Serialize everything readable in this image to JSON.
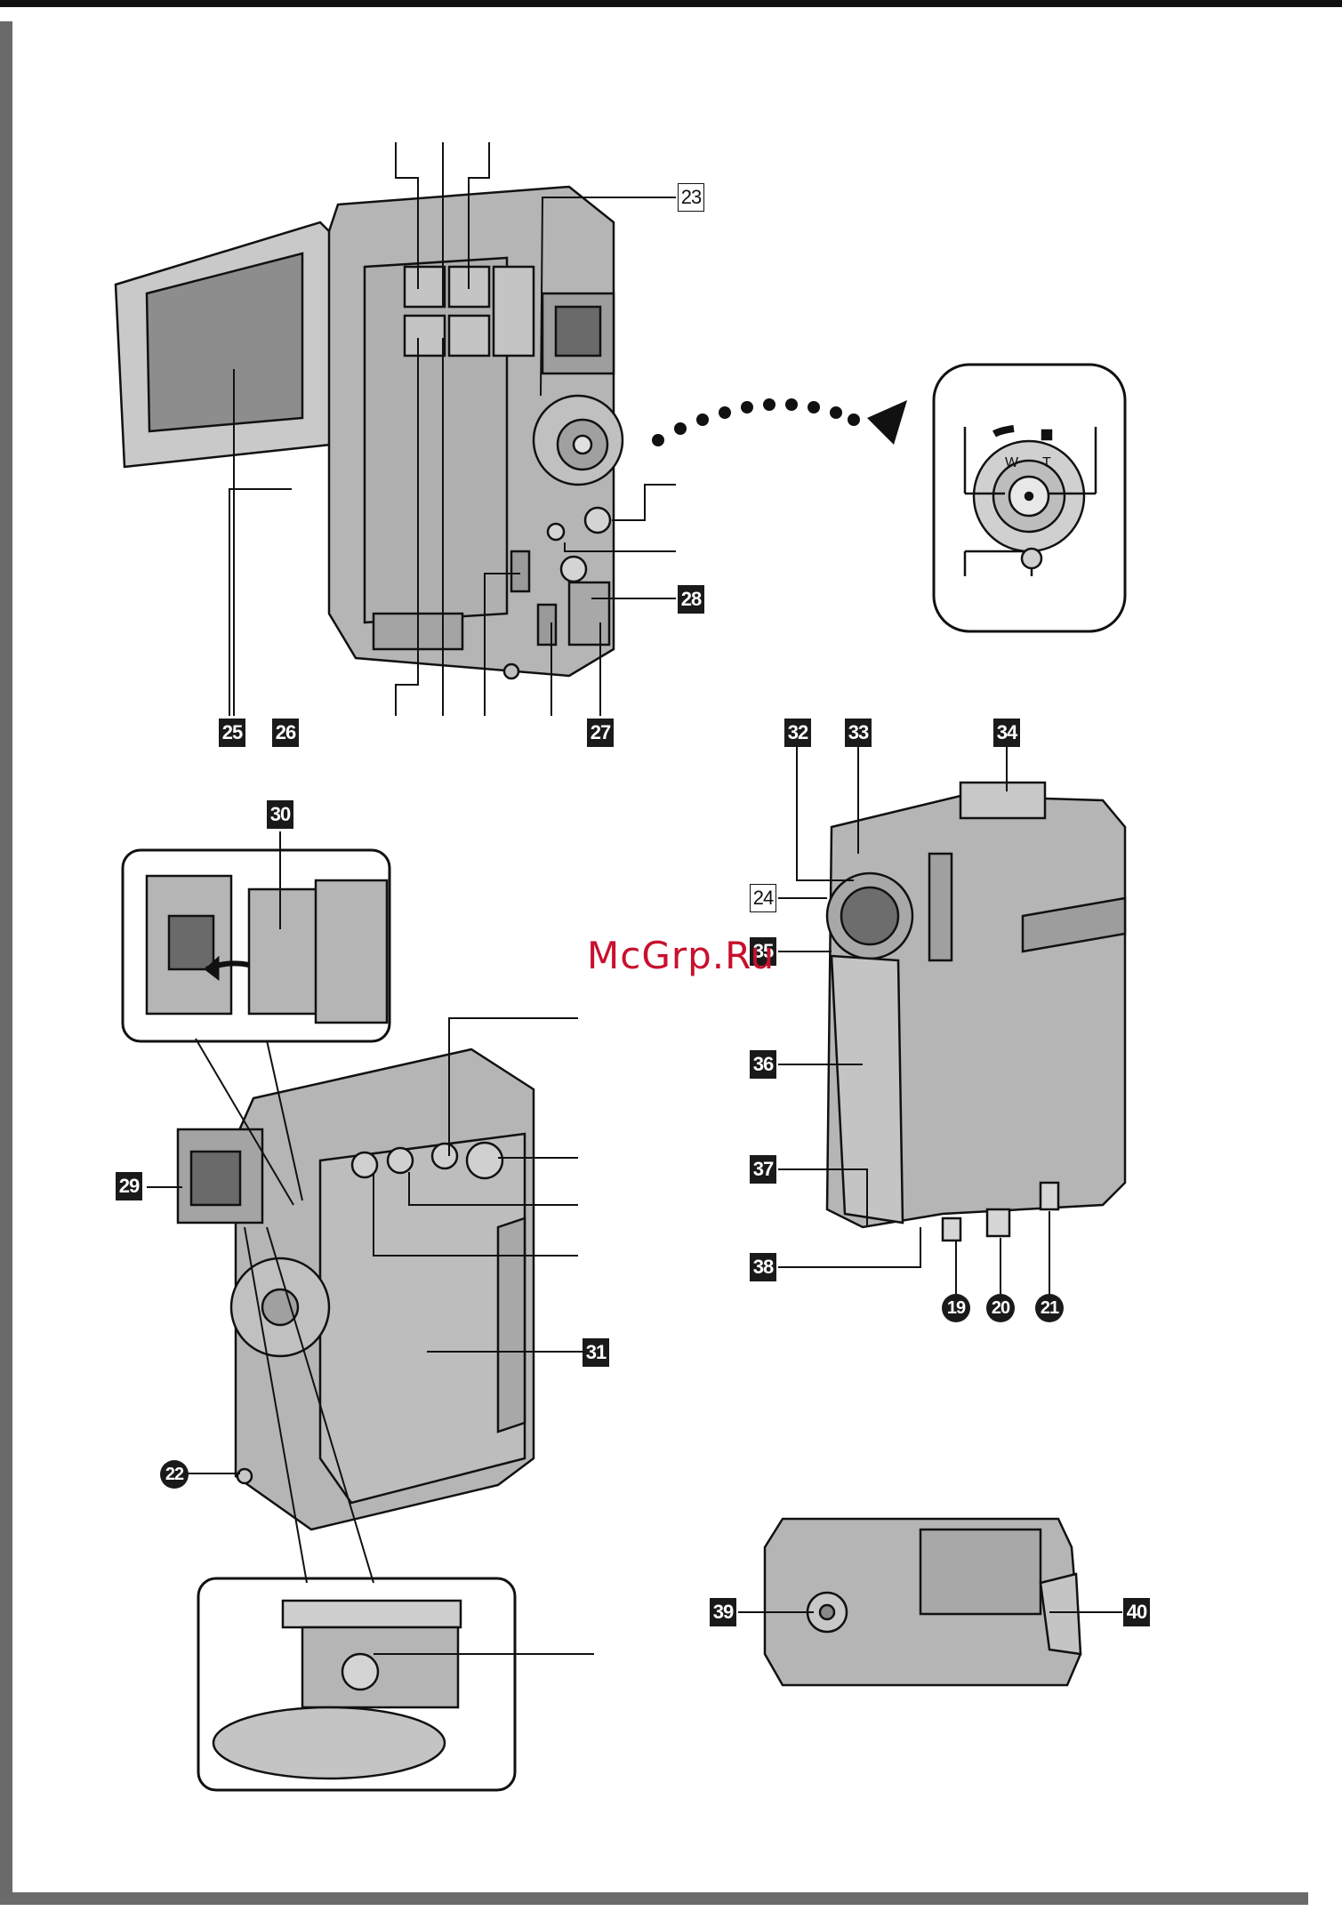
{
  "watermark": "McGrp.Ru",
  "callouts": {
    "c19": "19",
    "c20": "20",
    "c21": "21",
    "c22": "22",
    "c23": "23",
    "c24": "24",
    "c25": "25",
    "c26": "26",
    "c27": "27",
    "c28": "28",
    "c29": "29",
    "c30": "30",
    "c31": "31",
    "c32": "32",
    "c33": "33",
    "c34": "34",
    "c35": "35",
    "c36": "36",
    "c37": "37",
    "c38": "38",
    "c39": "39",
    "c40": "40"
  },
  "dial_inset": {
    "wide_label": "W",
    "tele_label": "T"
  },
  "colors": {
    "rule": "#111111",
    "side_bar": "#6a6a6a",
    "body_gray": "#b5b5b5",
    "watermark": "#c8102e"
  }
}
